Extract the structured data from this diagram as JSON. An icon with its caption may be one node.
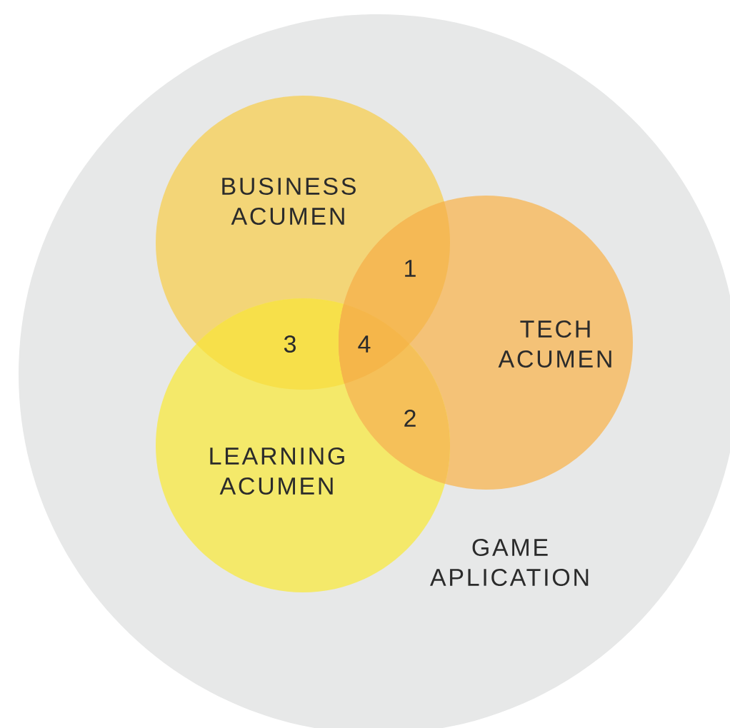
{
  "diagram": {
    "nodes": [
      {
        "text": [
          "GAME APLICATION"
        ]
      },
      {
        "text": [
          "BUSINESS ACUMEN"
        ],
        "in": 0
      },
      {
        "text": [
          "TECH ACUMEN"
        ],
        "in": 0
      },
      {
        "text": [
          "LEARNING ACUMEN"
        ],
        "in": 0
      }
    ],
    "labels": [
      "1",
      "3",
      "4",
      "2"
    ]
  }
}
